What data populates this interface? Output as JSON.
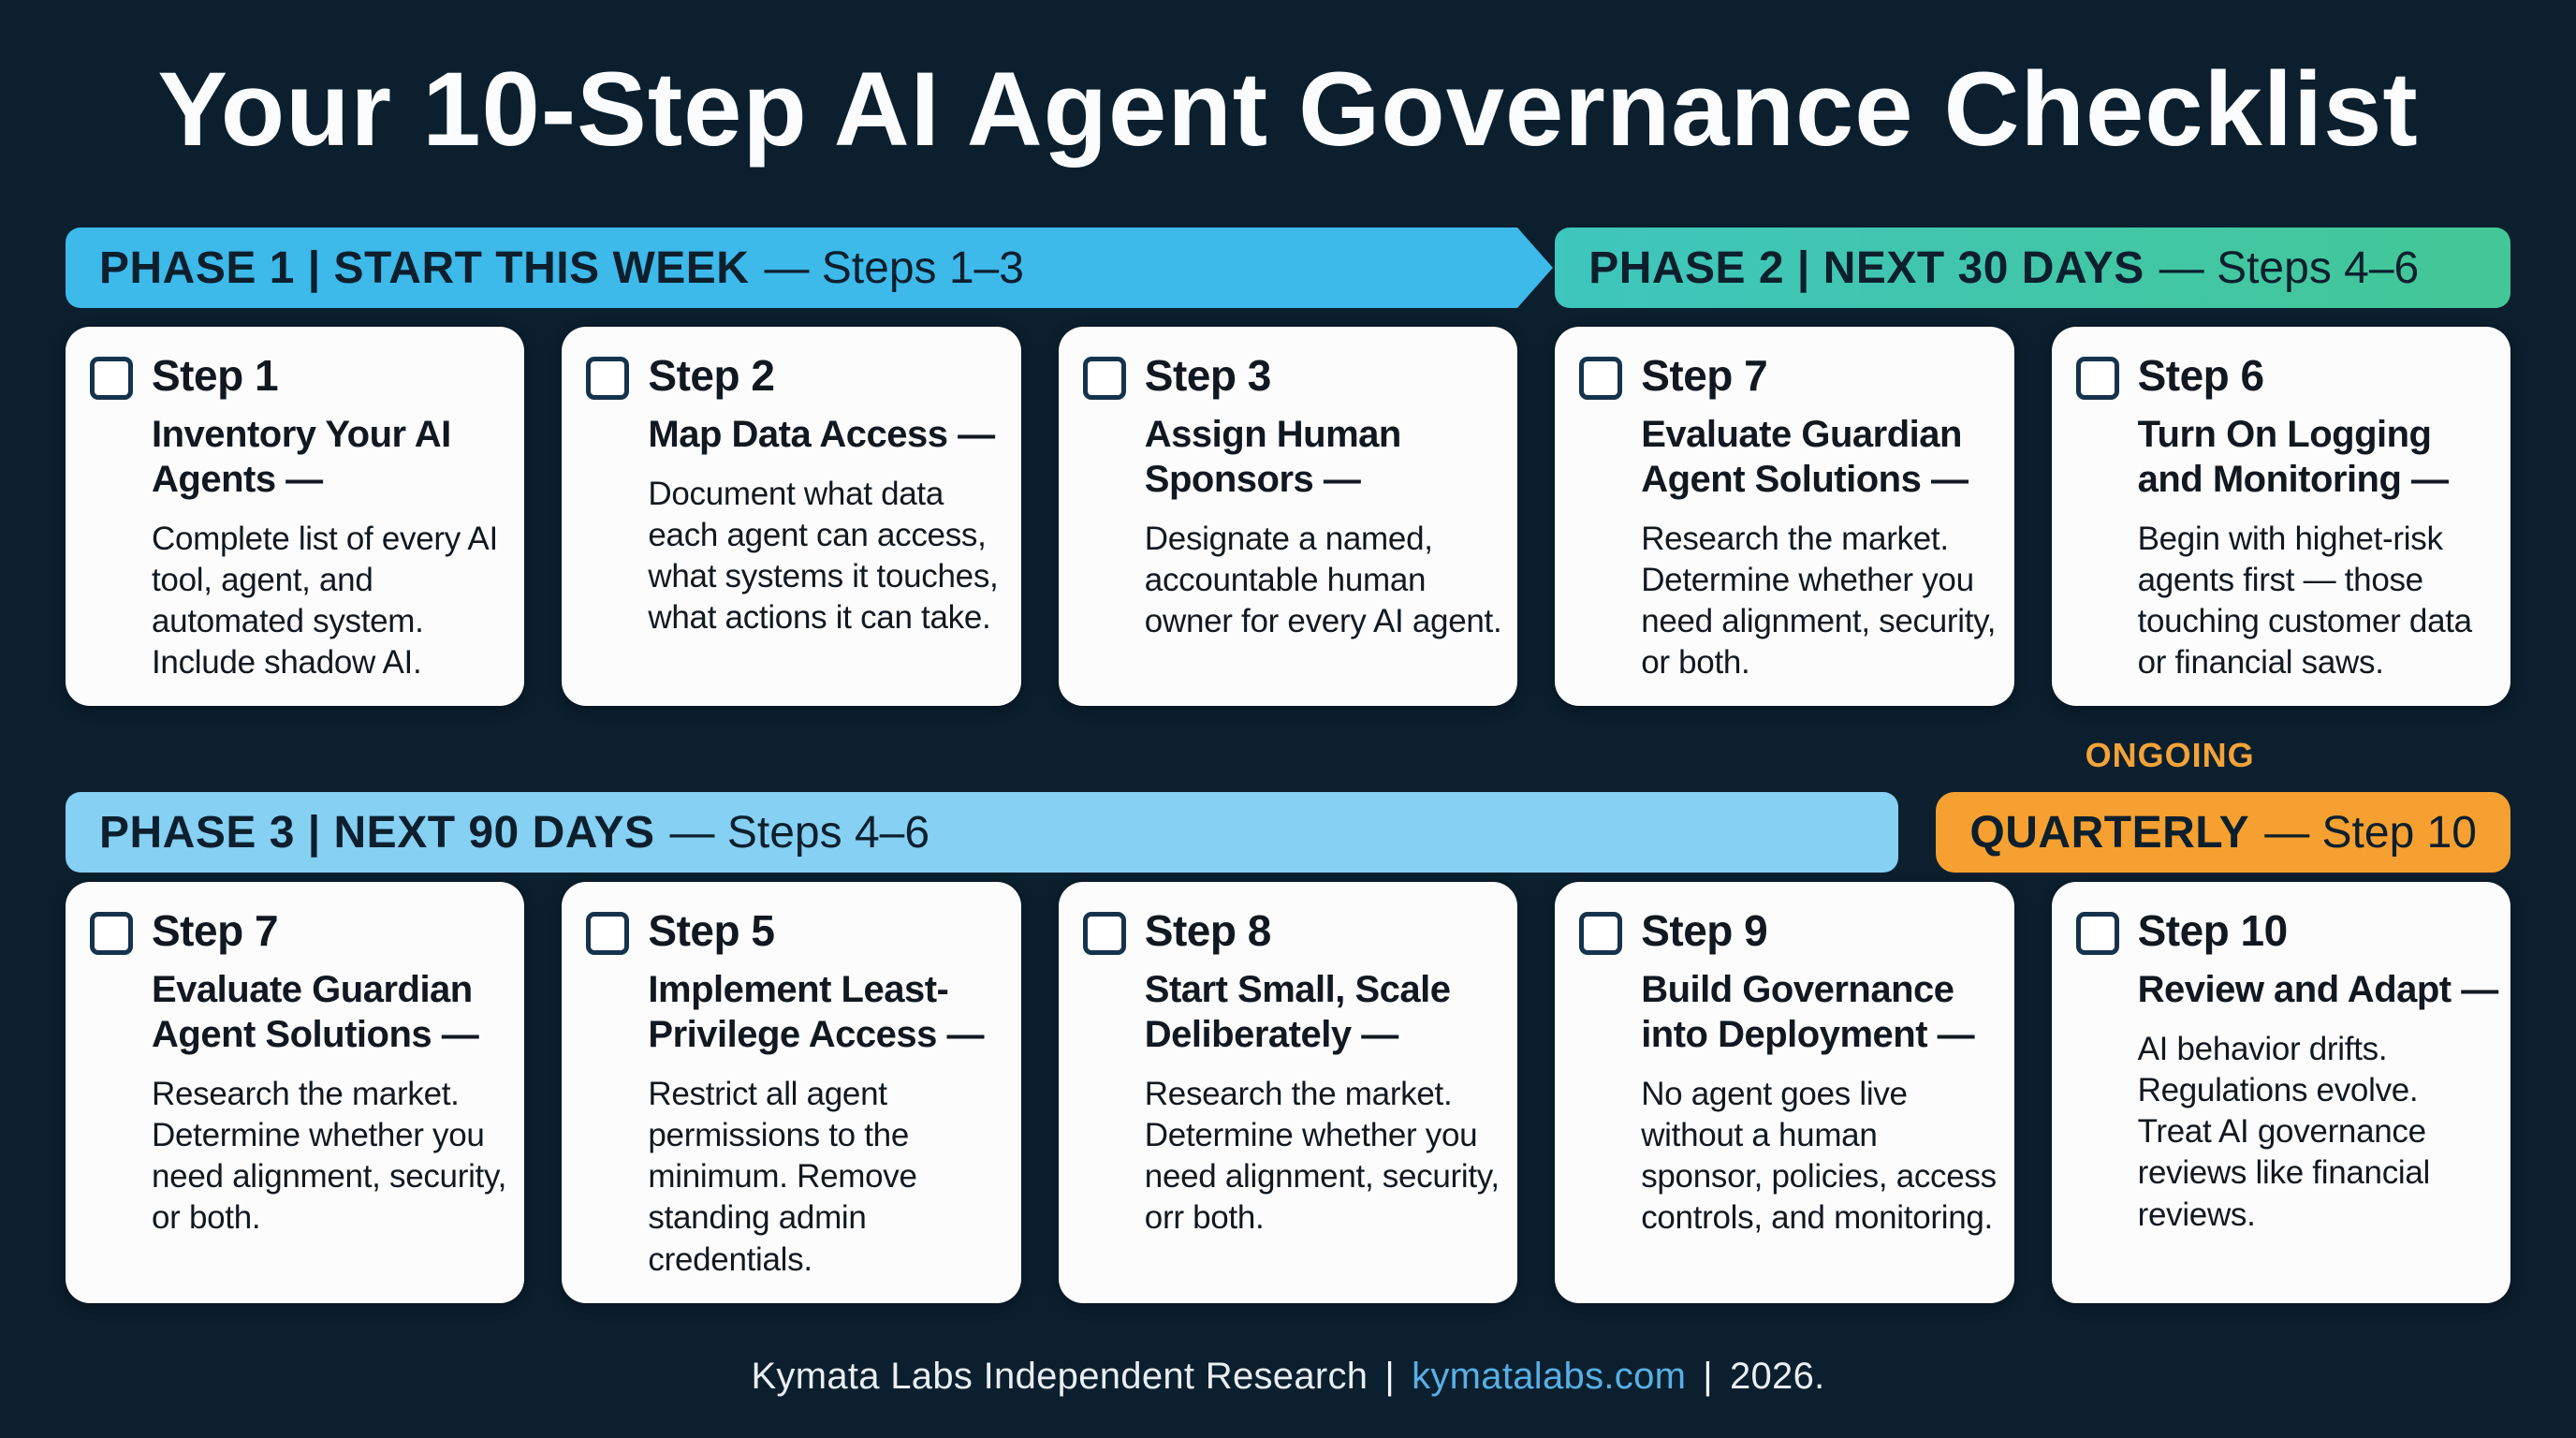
{
  "title": "Your 10-Step AI Agent Governance Checklist",
  "phases": {
    "phase1": {
      "label": "PHASE 1 | START THIS WEEK",
      "range": "— Steps 1–3"
    },
    "phase2": {
      "label": "PHASE 2 | NEXT 30 DAYS",
      "range": "— Steps 4–6"
    },
    "phase3": {
      "label": "PHASE 3 | NEXT 90 DAYS",
      "range": "— Steps 4–6"
    },
    "quarterly": {
      "tag": "ONGOING",
      "label": "QUARTERLY",
      "range": "— Step 10"
    }
  },
  "cards": [
    {
      "step": "Step 1",
      "heading": "Inventory Your AI Agents —",
      "body": "Complete list of every AI tool, agent, and automated system. Include shadow AI."
    },
    {
      "step": "Step 2",
      "heading": "Map Data Access —",
      "body": "Document what data each agent can access, what systems it touches, what actions it can take."
    },
    {
      "step": "Step 3",
      "heading": "Assign Human Sponsors —",
      "body": "Designate a named, accountable human owner for every AI agent."
    },
    {
      "step": "Step 7",
      "heading": "Evaluate Guardian Agent Solutions —",
      "body": "Research the market. Determine whether you need alignment, security, or both."
    },
    {
      "step": "Step 6",
      "heading": "Turn On Logging and Monitoring —",
      "body": "Begin with highet-risk agents first — those touching customer data or financial saws."
    },
    {
      "step": "Step 7",
      "heading": "Evaluate Guardian Agent Solutions —",
      "body": "Research the market. Determine whether you need alignment, security, or both."
    },
    {
      "step": "Step 5",
      "heading": "Implement Least-Privilege Access —",
      "body": "Restrict all agent permissions to the minimum. Remove standing admin credentials."
    },
    {
      "step": "Step 8",
      "heading": "Start Small, Scale Deliberately —",
      "body": "Research the market. Determine whether you need alignment, security, orr both."
    },
    {
      "step": "Step 9",
      "heading": "Build Governance into Deployment —",
      "body": "No agent goes live without a human sponsor, policies, access controls, and monitoring."
    },
    {
      "step": "Step 10",
      "heading": "Review and Adapt —",
      "body": "AI behavior drifts. Regulations evolve. Treat AI governance reviews like financial reviews."
    }
  ],
  "footer": {
    "org": "Kymata Labs Independent Research",
    "sep": "|",
    "site": "kymatalabs.com",
    "year": "2026."
  },
  "colors": {
    "bg": "#0b1f2e",
    "phase1": "#3db9ea",
    "phase2a": "#3fc6bd",
    "phase2b": "#43c796",
    "phase3": "#85d0f3",
    "orange": "#f5a030",
    "ongoing": "#f3a339",
    "link": "#58b0e6",
    "card": "#fcfcfc",
    "navy": "#16334d"
  }
}
